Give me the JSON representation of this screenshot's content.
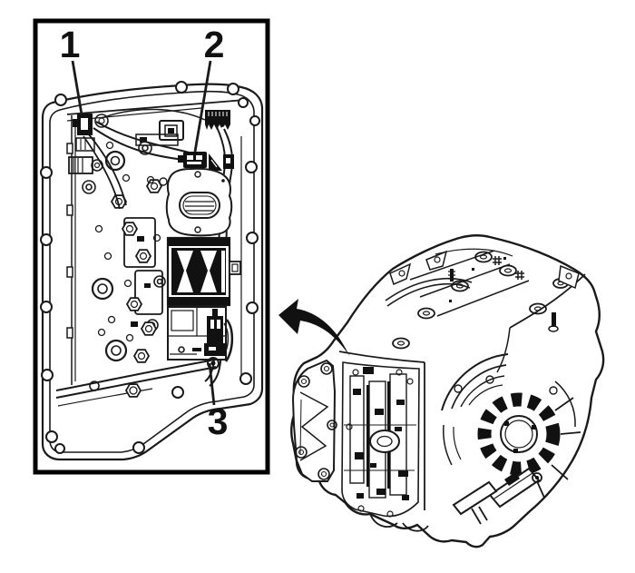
{
  "figure": {
    "type": "service-manual-line-illustration",
    "subject": "Automatic transaxle with control valve body detail view",
    "background_color": "#ffffff",
    "line_color": "#1a1a1a",
    "detail_panel": {
      "callouts": [
        {
          "label": "1"
        },
        {
          "label": "2"
        },
        {
          "label": "3"
        }
      ]
    },
    "arrow_icon": "curved-arrow-left"
  }
}
